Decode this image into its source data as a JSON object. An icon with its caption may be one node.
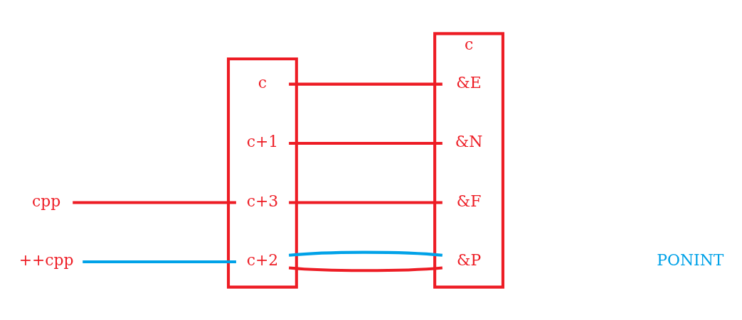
{
  "diagram": {
    "nodes": [
      {
        "text": [],
        "shape": "box"
      },
      {
        "text": [
          "c+3"
        ],
        "in": 0
      },
      {
        "text": [
          "c+2"
        ],
        "in": 0
      },
      {
        "text": [
          "c+1"
        ],
        "in": 0
      },
      {
        "text": [
          "c"
        ],
        "in": 0
      },
      {
        "text": [
          "c"
        ]
      },
      {
        "text": [
          "&E"
        ],
        "in": 5
      },
      {
        "text": [
          "&N"
        ],
        "in": 5
      },
      {
        "text": [
          "&P"
        ],
        "in": 5
      },
      {
        "text": [
          "&F"
        ],
        "in": 5
      },
      {
        "text": [
          "cpp"
        ]
      },
      {
        "text": [
          "++cpp"
        ]
      }
    ],
    "edges": [
      {
        "from": 10,
        "to": 1,
        "arrow": "none"
      },
      {
        "from": 11,
        "to": 2,
        "arrow": "none",
        "color": "#00a2e8"
      },
      {
        "from": 1,
        "to": 9,
        "arrow": "none"
      },
      {
        "from": 2,
        "to": 8,
        "arrow": "none"
      },
      {
        "from": 2,
        "to": 8,
        "arrow": "none",
        "color": "#00a2e8"
      },
      {
        "from": 3,
        "to": 7,
        "arrow": "none"
      },
      {
        "from": 4,
        "to": 6,
        "arrow": "none"
      }
    ],
    "labels": [
      "PONINT"
    ]
  }
}
